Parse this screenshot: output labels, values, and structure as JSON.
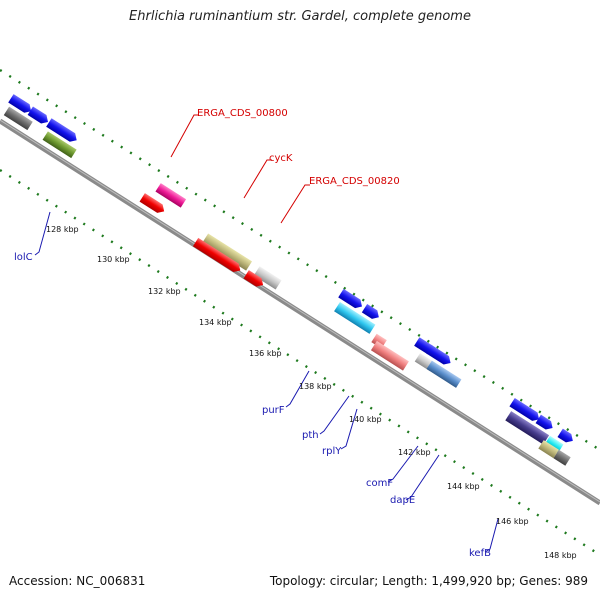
{
  "title": "Ehrlichia ruminantium str. Gardel, complete genome",
  "footer": {
    "accession": "Accession: NC_006831",
    "summary": "Topology: circular; Length: 1,499,920 bp; Genes: 989"
  },
  "tick_labels": [
    "128 kbp",
    "130 kbp",
    "132 kbp",
    "134 kbp",
    "136 kbp",
    "138 kbp",
    "140 kbp",
    "142 kbp",
    "144 kbp",
    "146 kbp",
    "148 kbp"
  ],
  "feature_labels": {
    "ERGA_CDS_00800": "ERGA_CDS_00800",
    "cycK": "cycK",
    "ERGA_CDS_00820": "ERGA_CDS_00820",
    "lolC": "lolC",
    "purF": "purF",
    "pth": "pth",
    "rplY": "rplY",
    "comF": "comF",
    "dapE": "dapE",
    "kefB": "kefB"
  },
  "colors": {
    "backbone": "#8a8a8a",
    "gc_dots": "#1e7a1e",
    "red_label": "#d40000",
    "blue_label": "#1a1ab0"
  }
}
